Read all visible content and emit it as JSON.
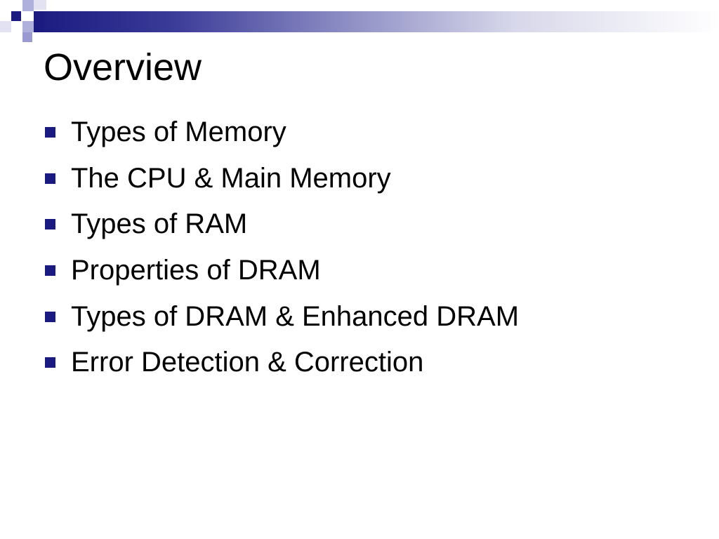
{
  "slide": {
    "title": "Overview",
    "bullets": [
      "Types of Memory",
      "The CPU & Main Memory",
      "Types of RAM",
      "Properties of DRAM",
      "Types of DRAM & Enhanced DRAM",
      "Error Detection & Correction"
    ]
  },
  "colors": {
    "accent": "#1a1a80",
    "background": "#ffffff",
    "text": "#000000"
  },
  "icons": {
    "bullet": "square-bullet-icon"
  }
}
